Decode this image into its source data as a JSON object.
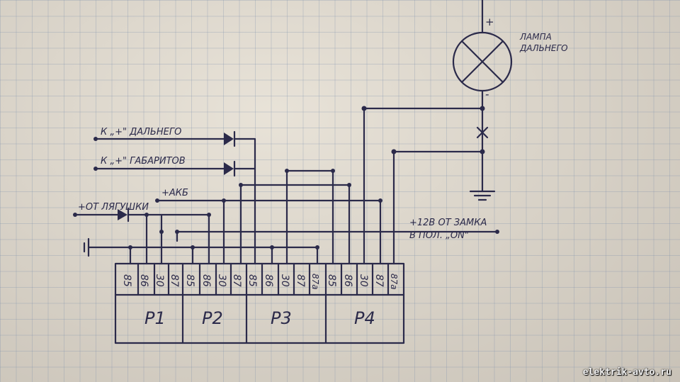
{
  "labels": {
    "lamp_plus": "+",
    "lamp_minus": "-",
    "lamp_name_1": "ЛАМПА",
    "lamp_name_2": "ДАЛЬНЕГО",
    "to_high_beam": "К „+\" ДАЛЬНЕГО",
    "to_parking": "К „+\" ГАБАРИТОВ",
    "battery": "+АКБ",
    "from_frog": "+ОТ ЛЯГУШКИ",
    "ignition_1": "+12В ОТ ЗАМКА",
    "ignition_2": "В ПОЛ. „ON\"",
    "ground_symbol": "⊥"
  },
  "relays": [
    {
      "name": "Р1",
      "pins": [
        "85",
        "86",
        "30",
        "87"
      ]
    },
    {
      "name": "Р2",
      "pins": [
        "85",
        "86",
        "30",
        "87"
      ]
    },
    {
      "name": "Р3",
      "pins": [
        "85",
        "86",
        "30",
        "87",
        "87a"
      ]
    },
    {
      "name": "Р4",
      "pins": [
        "85",
        "86",
        "30",
        "87",
        "87a"
      ]
    }
  ],
  "watermark": "elektrik-avto.ru"
}
